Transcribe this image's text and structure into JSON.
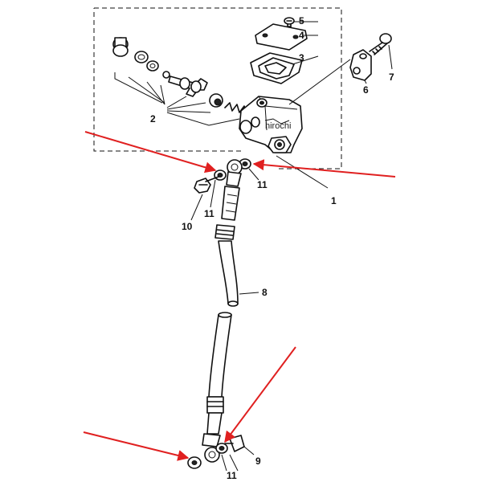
{
  "watermark": "hirochi",
  "callouts": {
    "c1": "1",
    "c2": "2",
    "c3": "3",
    "c4": "4",
    "c5": "5",
    "c6": "6",
    "c7": "7",
    "c8": "8",
    "c9": "9",
    "c10": "10",
    "c11a": "11",
    "c11b": "11",
    "c11c": "11"
  },
  "colors": {
    "line": "#111111",
    "arrow": "#e02020",
    "background": "#ffffff"
  }
}
